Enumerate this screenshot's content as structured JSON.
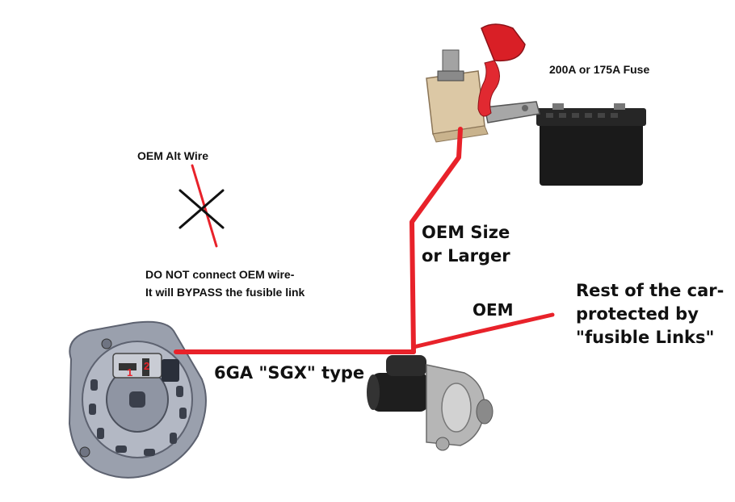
{
  "labels": {
    "fuse": "200A  or 175A Fuse",
    "oem_alt_wire": "OEM Alt Wire",
    "warning": [
      "DO NOT connect OEM wire-",
      "It will BYPASS the fusible link"
    ],
    "oem_size": [
      "OEM Size",
      "or Larger"
    ],
    "oem": "OEM",
    "rest_of_car": [
      "Rest of the car-",
      "protected by",
      "\"fusible Links\""
    ],
    "cable_type": "6GA \"SGX\" type",
    "terminal_1": "1",
    "terminal_2": "2"
  },
  "colors": {
    "wire": "#e8222a",
    "fuse_cap": "#d91f26",
    "battery": "#1a1a1a",
    "starter": "#1e1e1e",
    "alternator": "#8f95a3",
    "cross_mark": "#111111"
  },
  "icons": [
    "alternator-icon",
    "starter-motor-icon",
    "battery-icon",
    "fuse-holder-icon",
    "cross-mark-icon"
  ]
}
